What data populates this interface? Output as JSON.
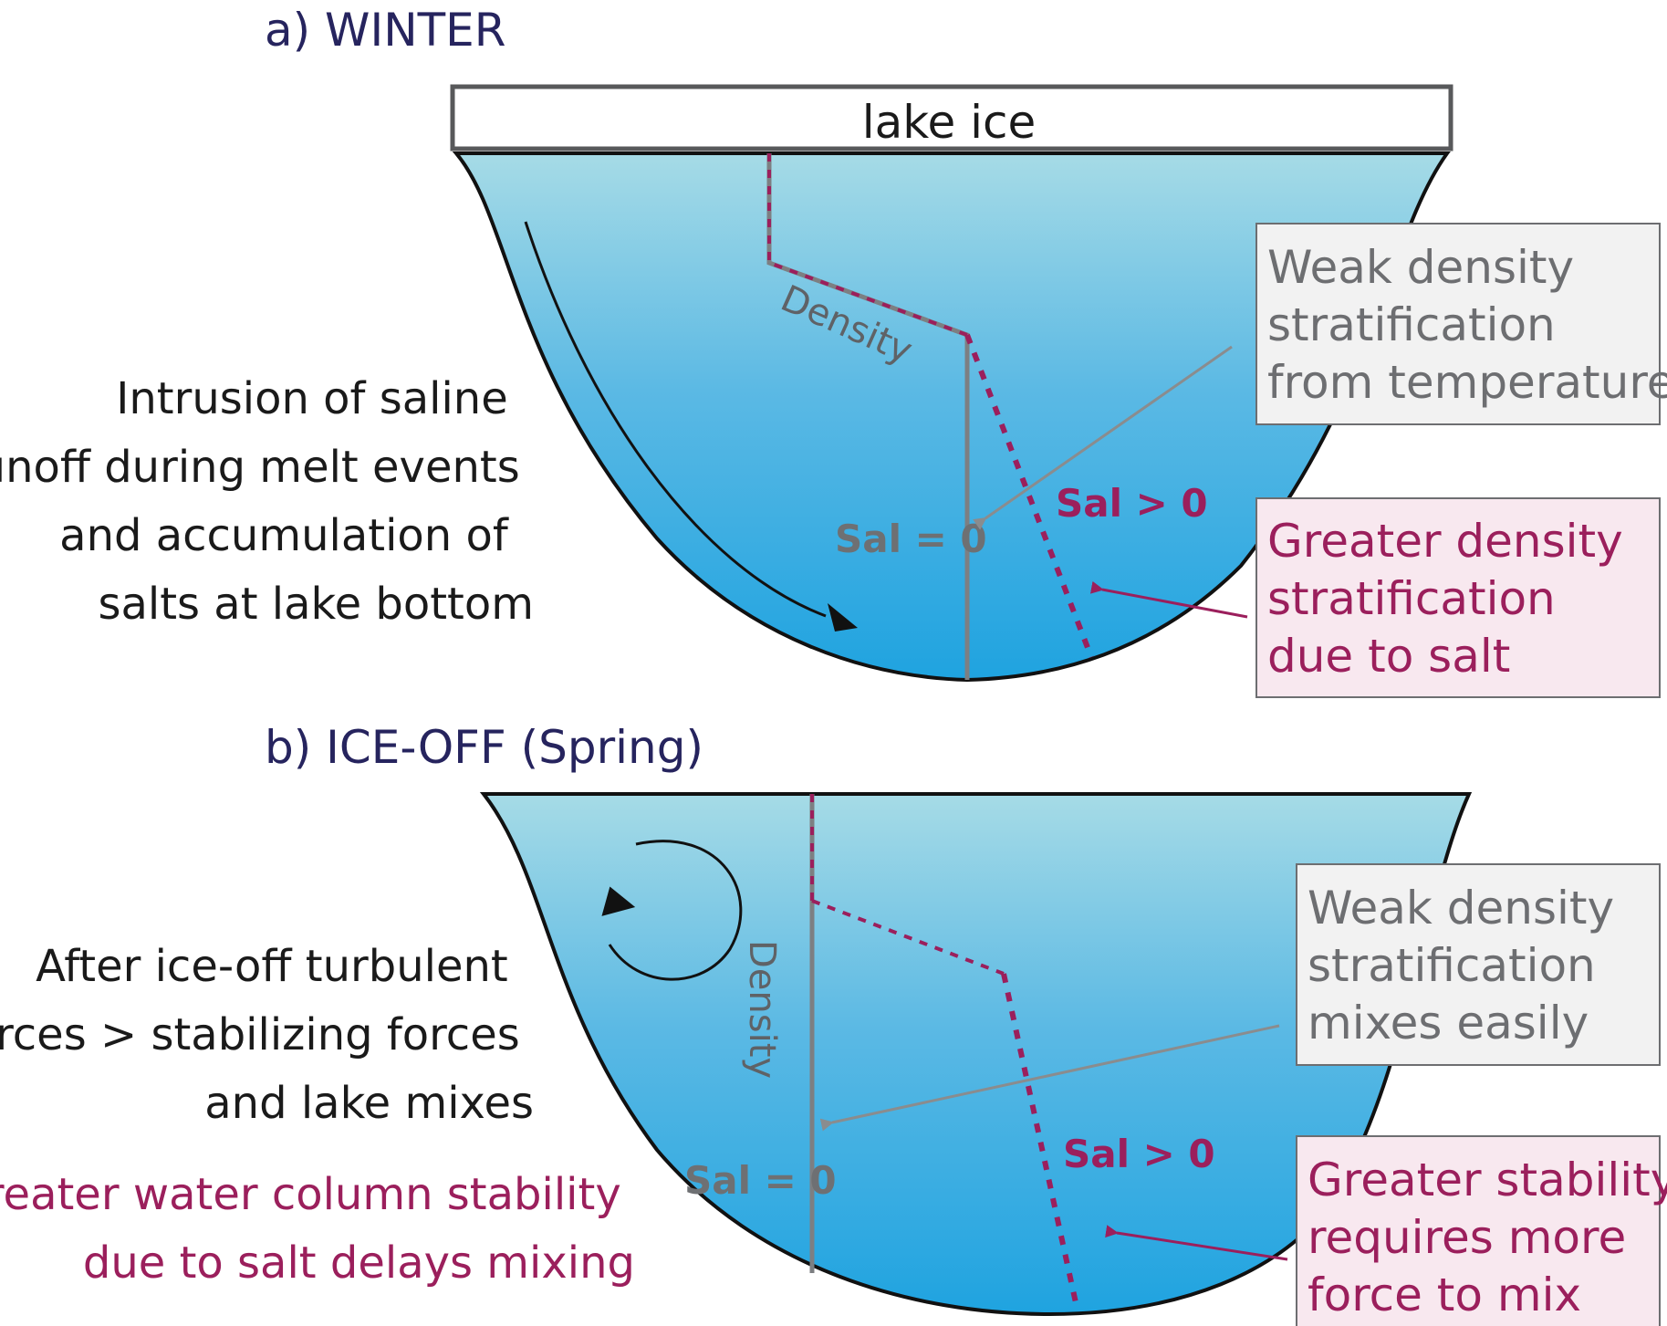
{
  "panel_a": {
    "title": "a) WINTER",
    "ice_label": "lake ice",
    "density_label": "Density",
    "sal_zero": "Sal = 0",
    "sal_positive": "Sal > 0",
    "side_text": [
      "Intrusion of saline",
      "runoff during melt events",
      "and accumulation of",
      "salts at lake bottom"
    ],
    "gray_box": [
      "Weak density",
      "stratification",
      "from temperature"
    ],
    "pink_box": [
      "Greater density",
      "stratification",
      "due to salt"
    ]
  },
  "panel_b": {
    "title": "b) ICE-OFF (Spring)",
    "density_label": "Density",
    "sal_zero": "Sal = 0",
    "sal_positive": "Sal > 0",
    "side_text": [
      "After ice-off turbulent",
      "forces > stabilizing forces",
      "and lake mixes"
    ],
    "side_text_pink": [
      "Greater water column stability",
      "due to salt delays mixing"
    ],
    "gray_box": [
      "Weak density",
      "stratification",
      "mixes easily"
    ],
    "pink_box": [
      "Greater stability",
      "requires more",
      "force to mix"
    ]
  },
  "colors": {
    "water_top": "#a6dbe6",
    "water_bottom": "#1fa3e0",
    "salt_line": "#9b1f5c",
    "fresh_line": "#6e7073",
    "title": "#26245e",
    "gray_box_fill": "#f2f2f2",
    "pink_box_fill": "#f8e8ef"
  }
}
